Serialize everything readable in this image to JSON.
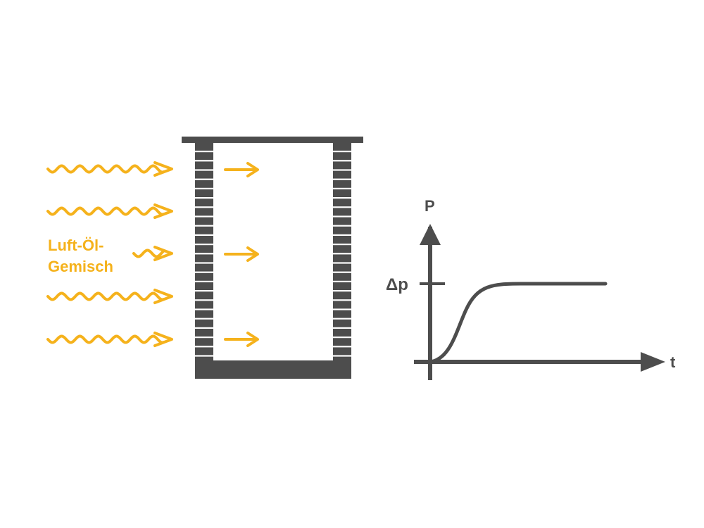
{
  "colors": {
    "flow": "#f5b21c",
    "structure": "#4d4d4d",
    "background": "#ffffff"
  },
  "icons": {
    "wavy_arrow": "wavy-arrow-icon",
    "straight_arrow": "arrow-right-icon"
  },
  "flow_label": {
    "line1": "Luft-Öl-",
    "line2": "Gemisch"
  },
  "filter": {
    "name": "filter-element"
  },
  "graph": {
    "y_axis_label": "P",
    "x_axis_label": "t",
    "delta_label": "Δp"
  }
}
